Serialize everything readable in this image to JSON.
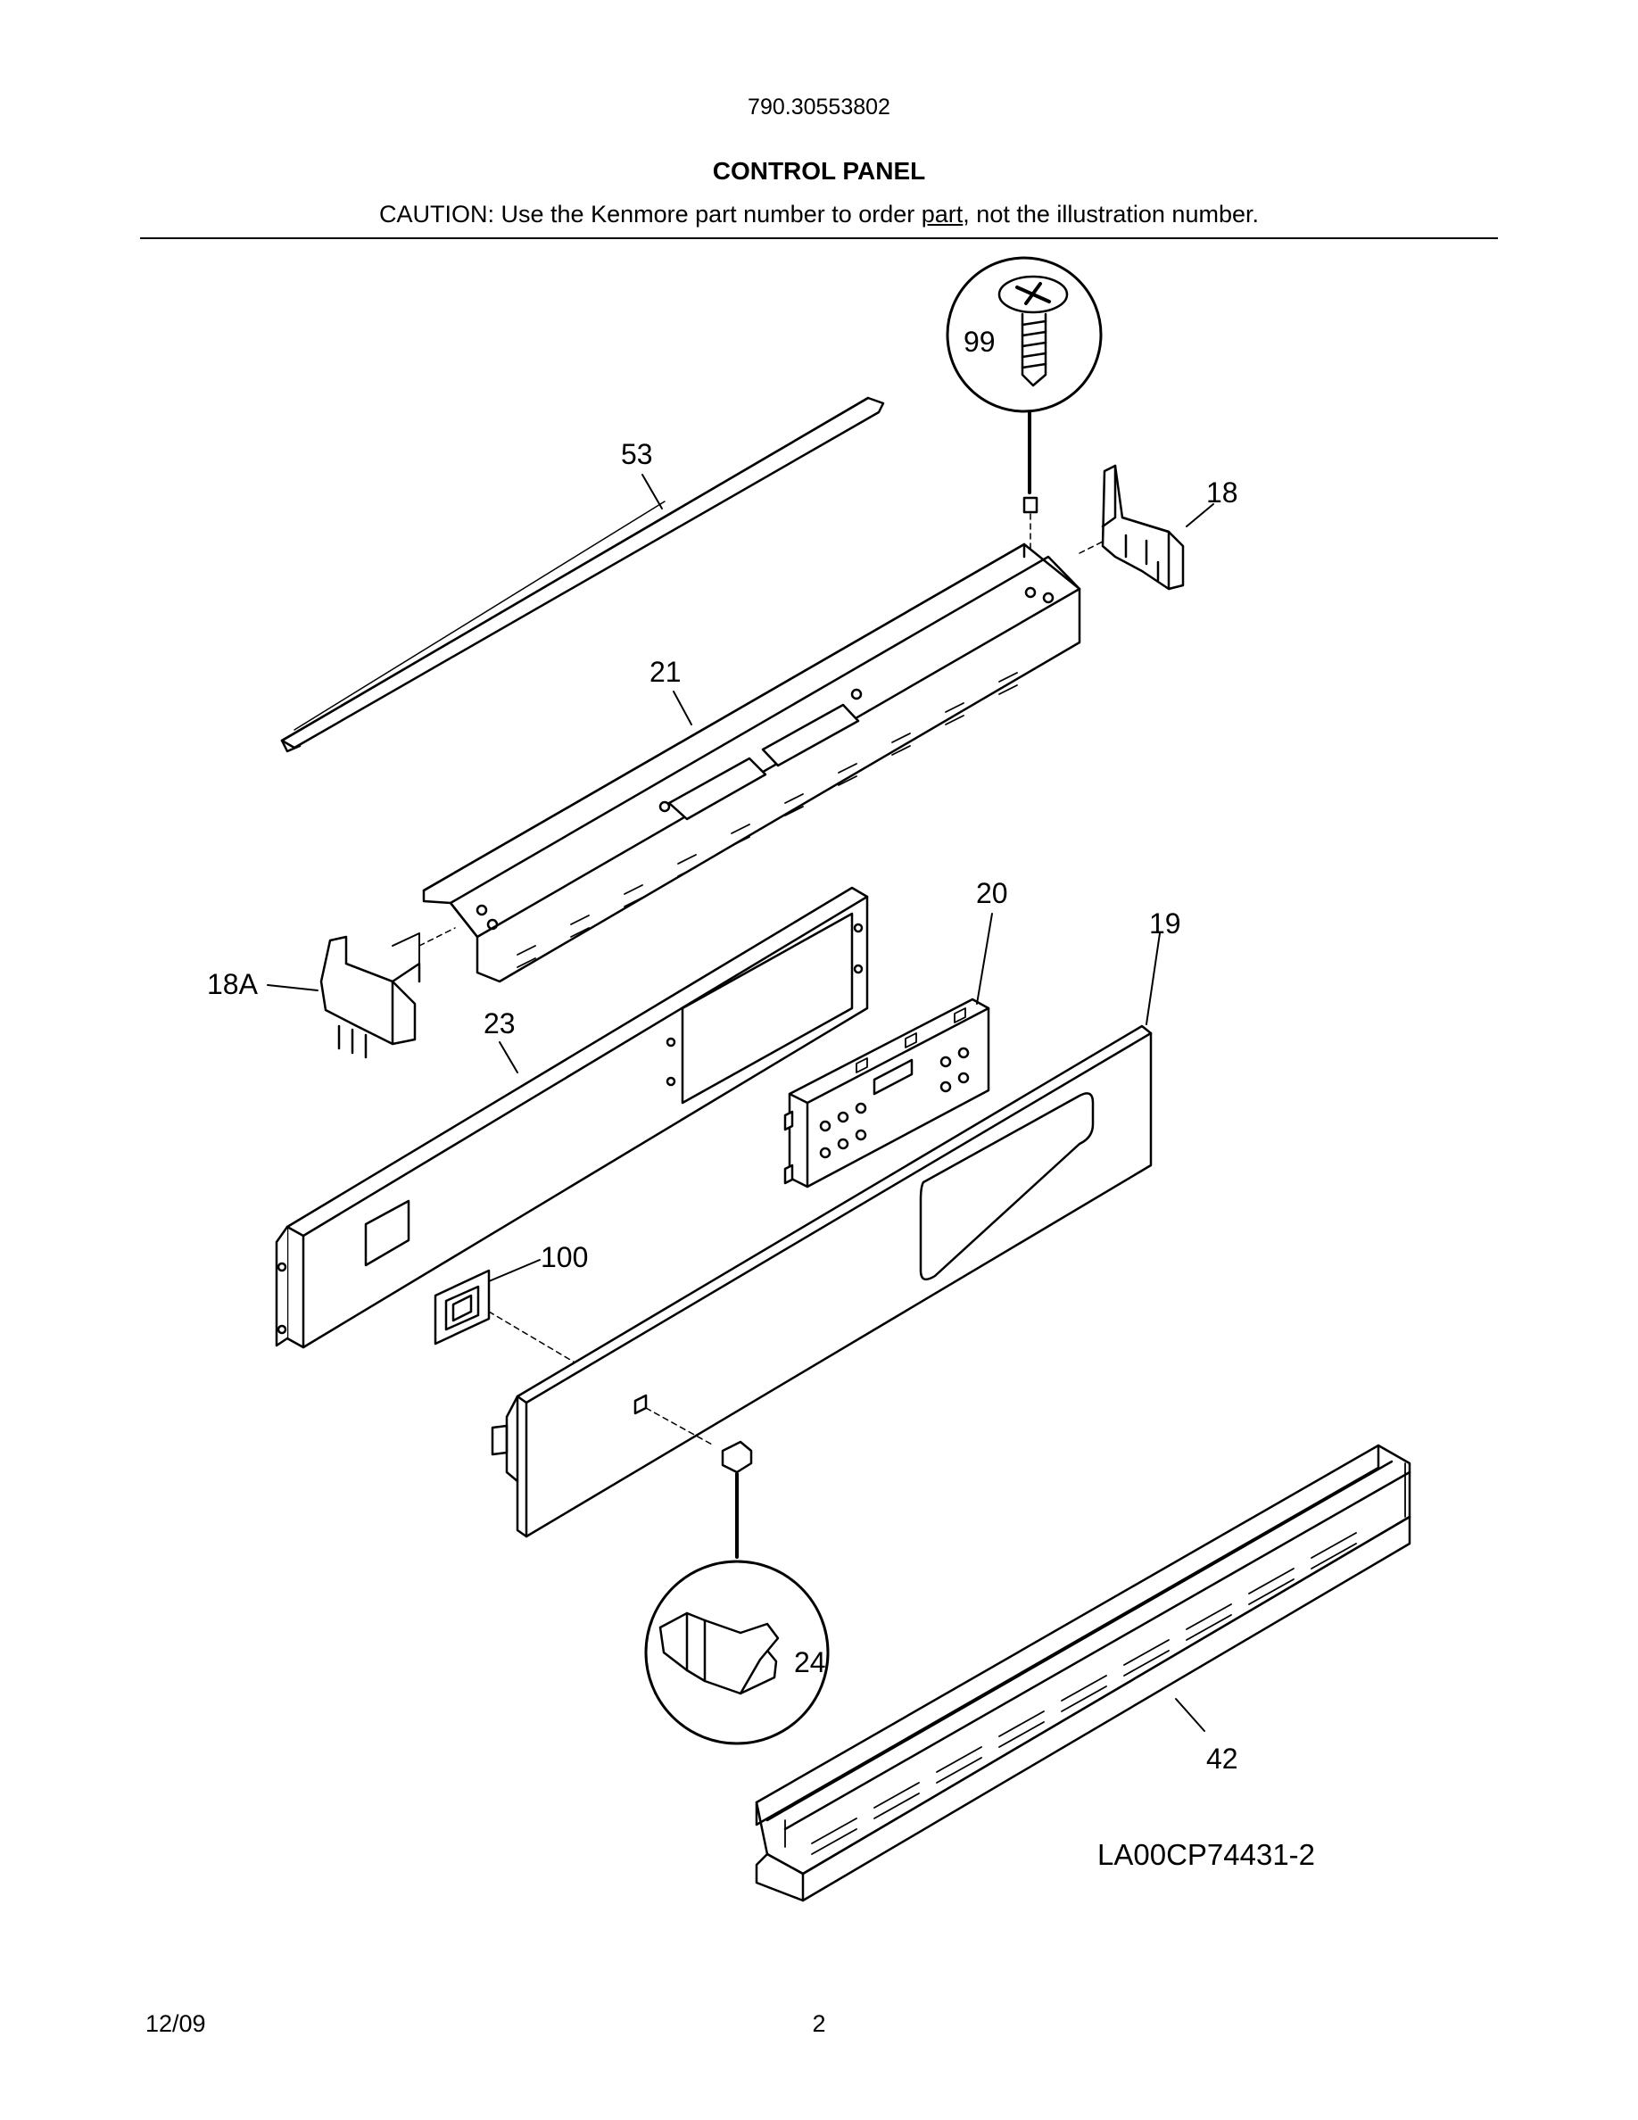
{
  "header": {
    "model_number": "790.30553802",
    "title": "CONTROL PANEL",
    "caution_prefix": "CAUTION: Use the Kenmore part number to order ",
    "caution_underlined": "part",
    "caution_suffix": ", not the illustration number."
  },
  "diagram": {
    "drawing_code": "LA00CP74431-2",
    "callouts": {
      "c99": "99",
      "c53": "53",
      "c18": "18",
      "c21": "21",
      "c20": "20",
      "c19": "19",
      "c18A": "18A",
      "c23": "23",
      "c100": "100",
      "c24": "24",
      "c42": "42"
    }
  },
  "footer": {
    "date": "12/09",
    "page_number": "2"
  }
}
